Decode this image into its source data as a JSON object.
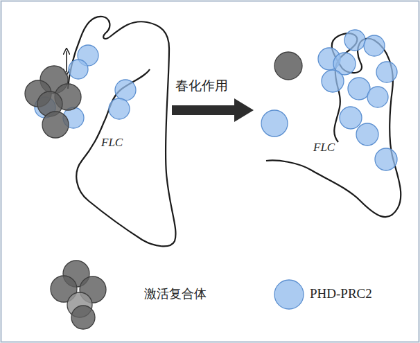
{
  "diagram": {
    "labels": [
      "FLC",
      "春化作用",
      "FLC"
    ],
    "legend": [
      {
        "text": "激活复合体"
      },
      {
        "text": "PHD-PRC2",
        "color": "#9cc2ee"
      }
    ]
  }
}
